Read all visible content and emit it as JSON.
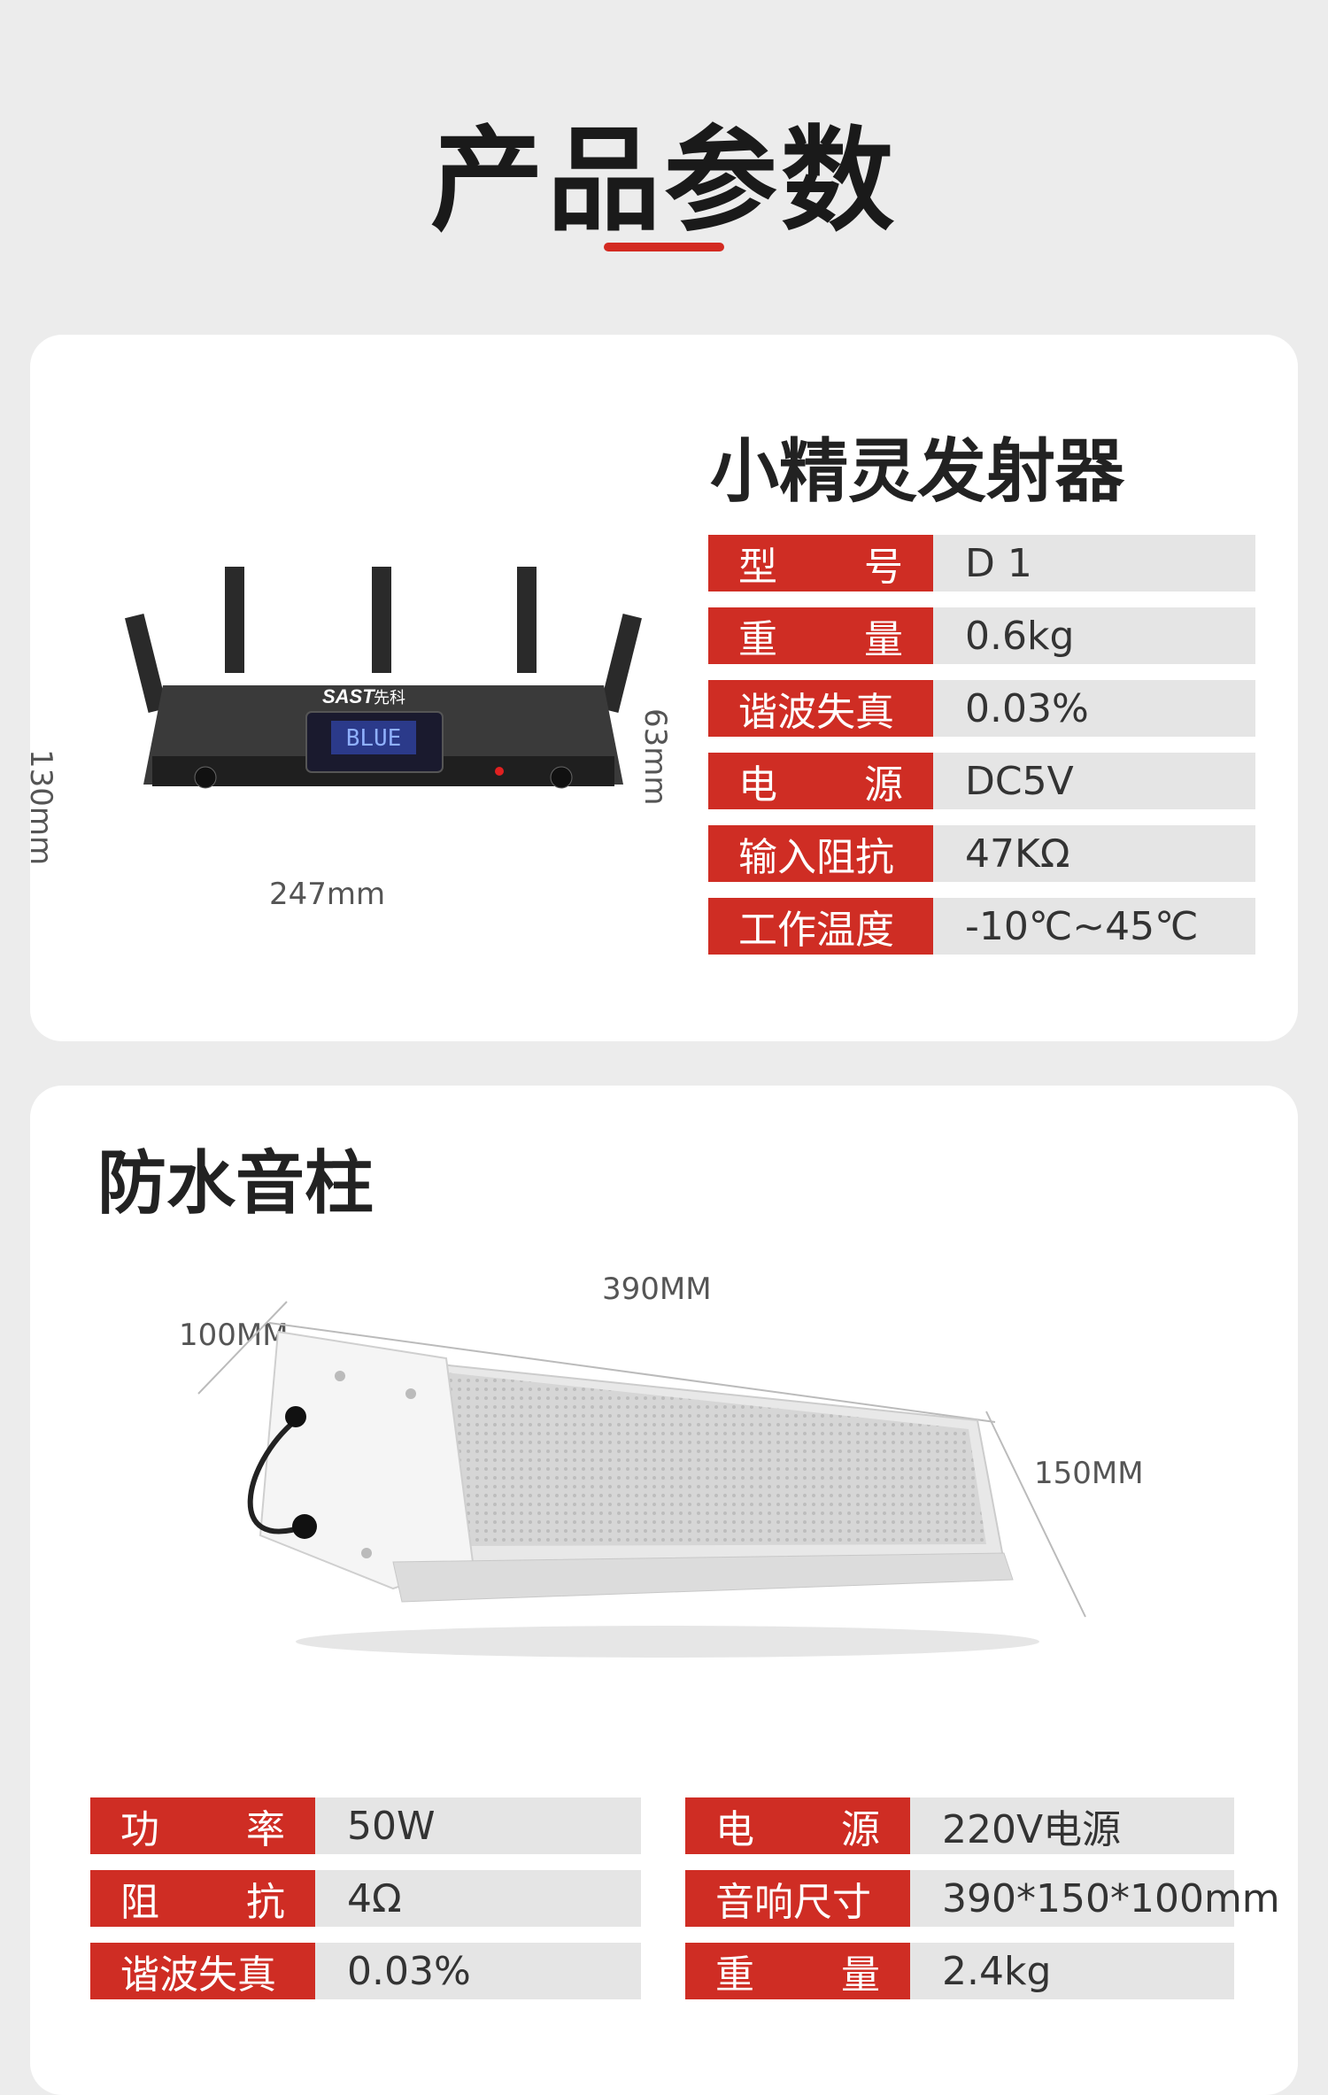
{
  "page": {
    "title": "产品参数"
  },
  "transmitter": {
    "title": "小精灵发射器",
    "brand_text": "SAST",
    "brand_cn": "先科",
    "display_text": "BLUE",
    "dims": {
      "width": "247mm",
      "height": "130mm",
      "depth": "63mm"
    },
    "specs": [
      {
        "label_a": "型",
        "label_b": "号",
        "value": "D 1"
      },
      {
        "label_a": "重",
        "label_b": "量",
        "value": "0.6kg"
      },
      {
        "label": "谐波失真",
        "value": "0.03%"
      },
      {
        "label_a": "电",
        "label_b": "源",
        "value": "DC5V"
      },
      {
        "label": "输入阻抗",
        "value": "47KΩ"
      },
      {
        "label": "工作温度",
        "value": "-10℃~45℃"
      }
    ]
  },
  "speaker": {
    "title": "防水音柱",
    "dims": {
      "length": "390MM",
      "height": "150MM",
      "depth": "100MM"
    },
    "specs_left": [
      {
        "label_a": "功",
        "label_b": "率",
        "value": "50W"
      },
      {
        "label_a": "阻",
        "label_b": "抗",
        "value": "4Ω"
      },
      {
        "label": "谐波失真",
        "value": "0.03%"
      }
    ],
    "specs_right": [
      {
        "label_a": "电",
        "label_b": "源",
        "value": "220V电源"
      },
      {
        "label": "音响尺寸",
        "value": "390*150*100mm"
      },
      {
        "label_a": "重",
        "label_b": "量",
        "value": "2.4kg"
      }
    ]
  },
  "colors": {
    "accent": "#cf2d24",
    "value_bg": "#e5e5e5",
    "background": "#ececec"
  }
}
